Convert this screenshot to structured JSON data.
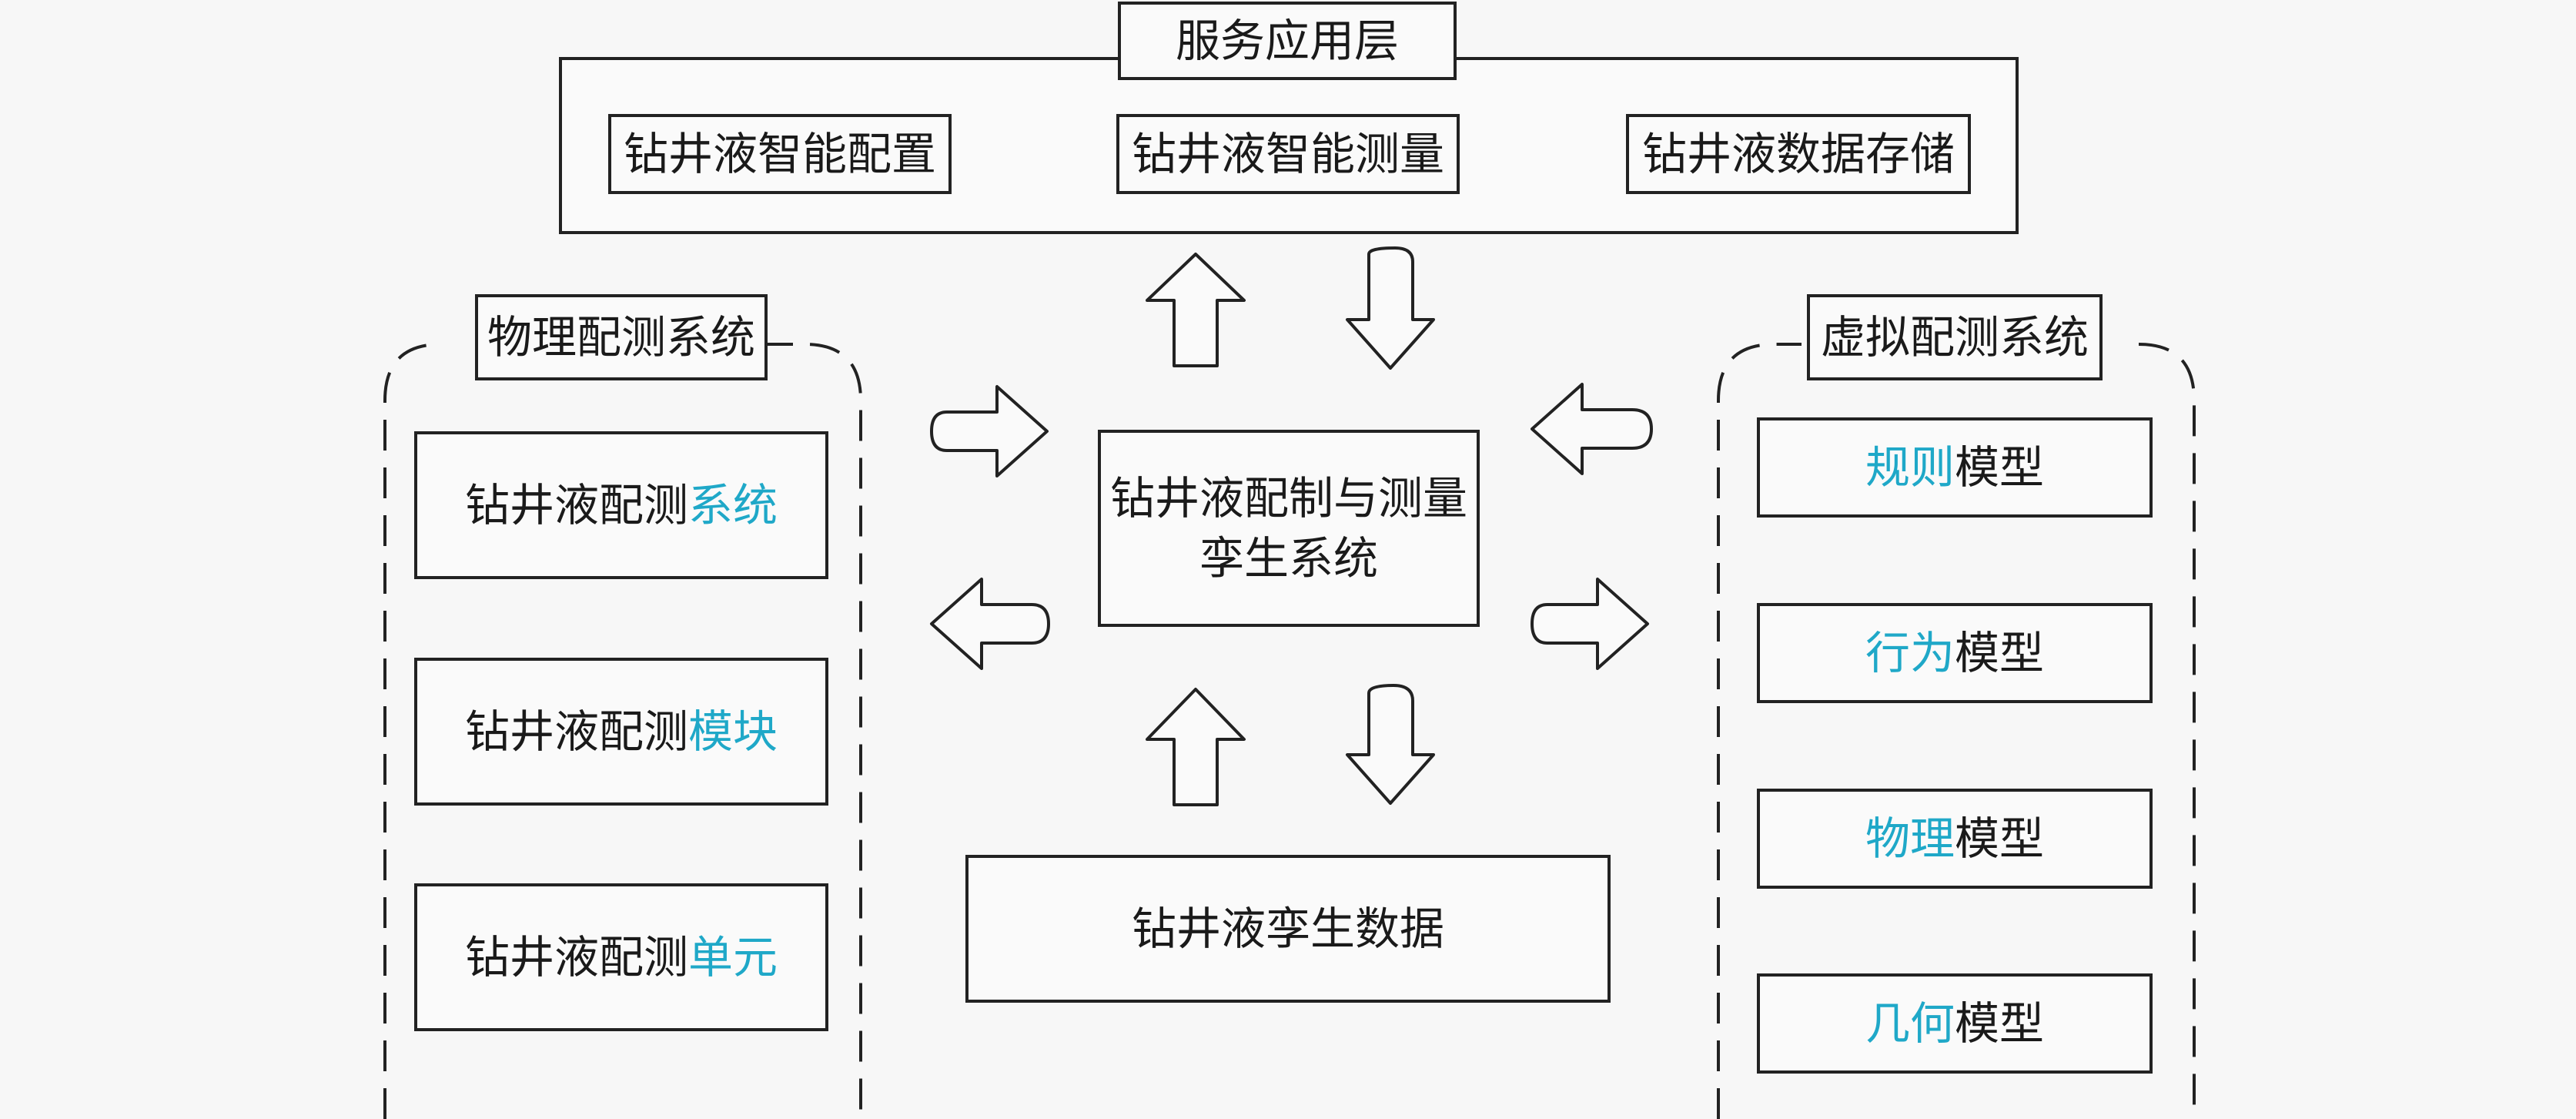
{
  "service_layer": {
    "title": "服务应用层",
    "items": [
      "钻井液智能配置",
      "钻井液智能测量",
      "钻井液数据存储"
    ]
  },
  "physical_system": {
    "title": "物理配测系统",
    "items": [
      {
        "prefix": "钻井液配测",
        "highlight": "系统"
      },
      {
        "prefix": "钻井液配测",
        "highlight": "模块"
      },
      {
        "prefix": "钻井液配测",
        "highlight": "单元"
      }
    ]
  },
  "virtual_system": {
    "title": "虚拟配测系统",
    "items": [
      {
        "highlight": "规则",
        "suffix": "模型"
      },
      {
        "highlight": "行为",
        "suffix": "模型"
      },
      {
        "highlight": "物理",
        "suffix": "模型"
      },
      {
        "highlight": "几何",
        "suffix": "模型"
      }
    ]
  },
  "center": {
    "line1": "钻井液配制与测量",
    "line2": "孪生系统"
  },
  "twin_data": "钻井液孪生数据",
  "colors": {
    "highlight": "#1fa8c8",
    "stroke": "#222222",
    "background": "#f7f7f7"
  }
}
